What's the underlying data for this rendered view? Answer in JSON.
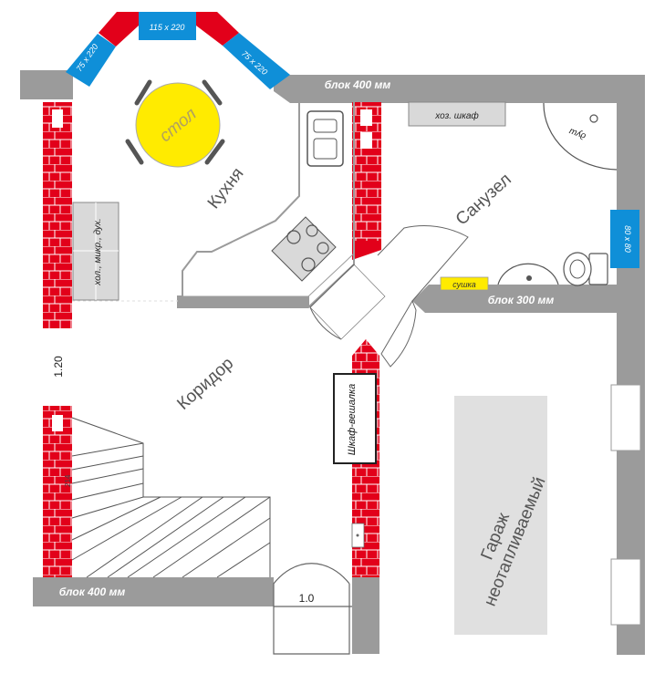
{
  "rooms": {
    "kitchen": "Кухня",
    "bathroom": "Санузел",
    "corridor": "Коридор",
    "garage": "Гараж\nнеотапливаемый"
  },
  "furniture": {
    "table": "стол",
    "appliances": "хол., микр., дух.",
    "closet": "хоз. шкаф",
    "shower": "душ",
    "dryer": "сушка",
    "wardrobe": "Шкаф-вешалка"
  },
  "walls": {
    "block_400_top": "блок 400 мм",
    "block_300": "блок 300 мм",
    "block_400_bottom": "блок 400 мм"
  },
  "windows": {
    "bay_center": "115 x 220",
    "bay_left": "75 x 220",
    "bay_right": "75 x 220",
    "bathroom": "80 x 80"
  },
  "dimensions": {
    "corridor_opening": "1.20",
    "stair": "214",
    "entrance_door": "1.0"
  },
  "colors": {
    "wall": "#9b9b9b",
    "brick": "#e2001a",
    "window": "#0f8fd8",
    "table": "#ffeb00",
    "dryer": "#ffeb00",
    "garage": "#e0e0e0"
  }
}
